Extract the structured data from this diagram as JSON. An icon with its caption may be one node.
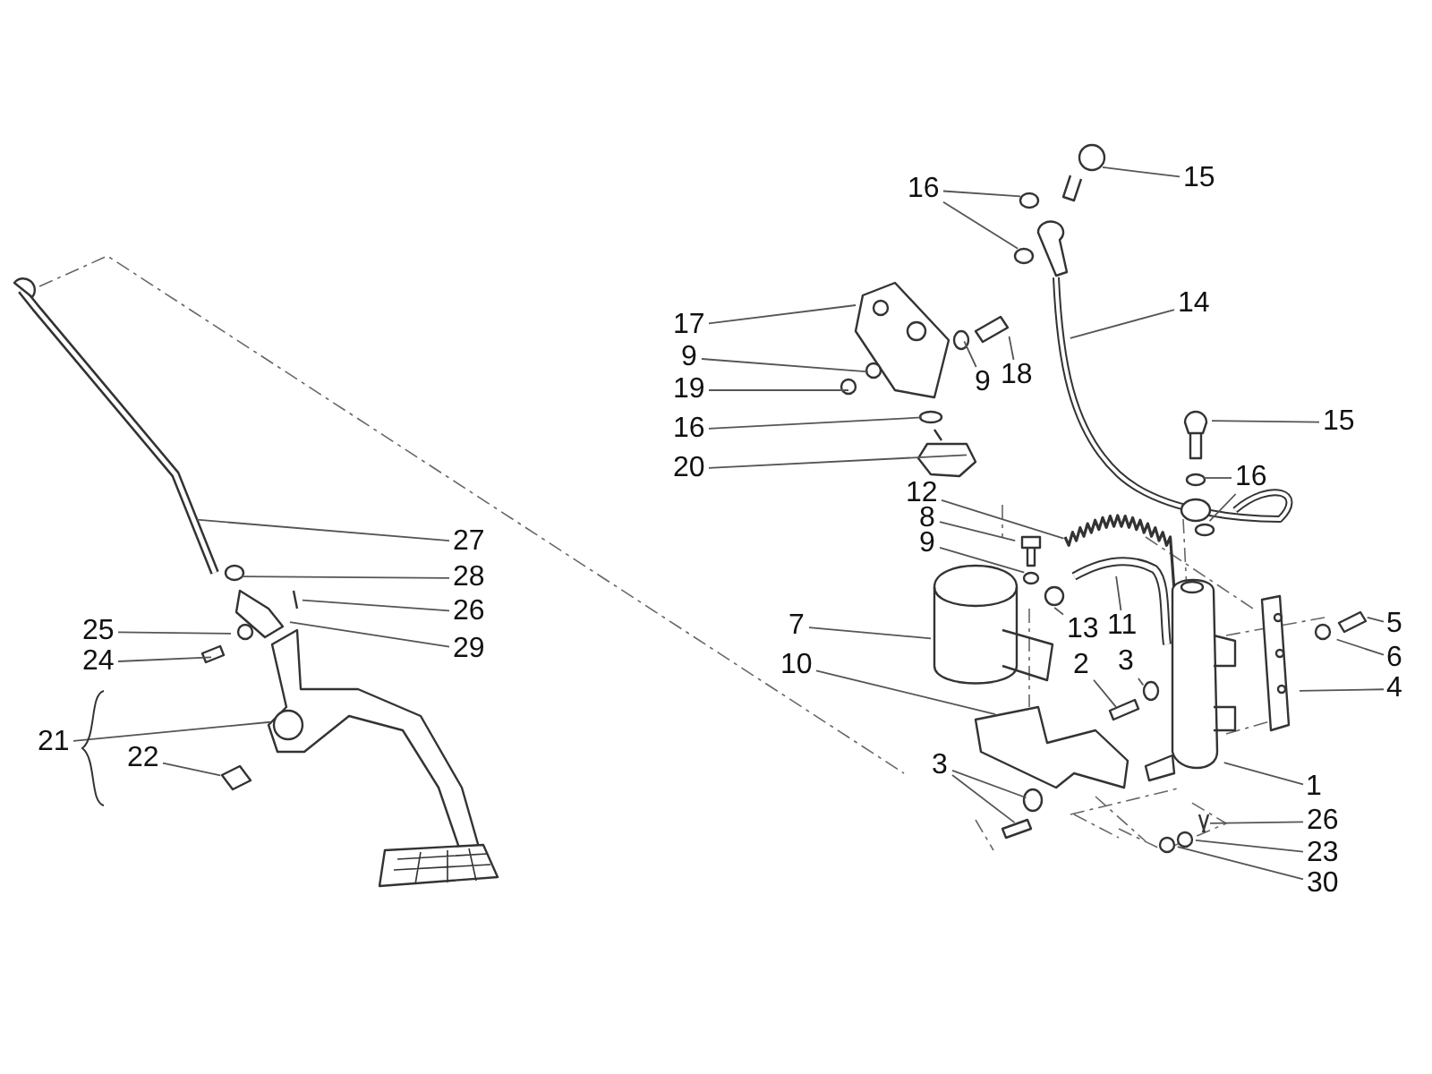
{
  "diagram": {
    "nodes": [
      {
        "text": [
          "15"
        ]
      },
      {
        "text": [
          "16"
        ]
      },
      {
        "text": [
          "17"
        ]
      },
      {
        "text": [
          "14"
        ]
      },
      {
        "text": [
          "9"
        ]
      },
      {
        "text": [
          "9"
        ]
      },
      {
        "text": [
          "18"
        ]
      },
      {
        "text": [
          "19"
        ]
      },
      {
        "text": [
          "16"
        ]
      },
      {
        "text": [
          "20"
        ]
      },
      {
        "text": [
          "15"
        ]
      },
      {
        "text": [
          "16"
        ]
      },
      {
        "text": [
          "12"
        ]
      },
      {
        "text": [
          "8"
        ]
      },
      {
        "text": [
          "9"
        ]
      },
      {
        "text": [
          "27"
        ]
      },
      {
        "text": [
          "28"
        ]
      },
      {
        "text": [
          "26"
        ]
      },
      {
        "text": [
          "25"
        ]
      },
      {
        "text": [
          "29"
        ]
      },
      {
        "text": [
          "24"
        ]
      },
      {
        "text": [
          "7"
        ]
      },
      {
        "text": [
          "13"
        ]
      },
      {
        "text": [
          "11"
        ]
      },
      {
        "text": [
          "5"
        ]
      },
      {
        "text": [
          "2"
        ]
      },
      {
        "text": [
          "3"
        ]
      },
      {
        "text": [
          "6"
        ]
      },
      {
        "text": [
          "10"
        ]
      },
      {
        "text": [
          "4"
        ]
      },
      {
        "text": [
          "21"
        ]
      },
      {
        "text": [
          "22"
        ]
      },
      {
        "text": [
          "1"
        ]
      },
      {
        "text": [
          "3"
        ]
      },
      {
        "text": [
          "26"
        ]
      },
      {
        "text": [
          "23"
        ]
      },
      {
        "text": [
          "30"
        ]
      }
    ],
    "edges": [
      {
        "from": 0,
        "to": null,
        "arrow": "none"
      },
      {
        "from": 1,
        "to": null,
        "arrow": "none"
      },
      {
        "from": 1,
        "to": null,
        "arrow": "none"
      },
      {
        "from": 2,
        "to": null,
        "arrow": "none"
      },
      {
        "from": 3,
        "to": null,
        "arrow": "none"
      },
      {
        "from": 4,
        "to": null,
        "arrow": "none"
      },
      {
        "from": 5,
        "to": null,
        "arrow": "none"
      },
      {
        "from": 6,
        "to": null,
        "arrow": "none"
      },
      {
        "from": 7,
        "to": null,
        "arrow": "none"
      },
      {
        "from": 8,
        "to": null,
        "arrow": "none"
      },
      {
        "from": 9,
        "to": null,
        "arrow": "none"
      },
      {
        "from": 10,
        "to": null,
        "arrow": "none"
      },
      {
        "from": 11,
        "to": null,
        "arrow": "none"
      },
      {
        "from": 11,
        "to": null,
        "arrow": "none"
      },
      {
        "from": 12,
        "to": null,
        "arrow": "none"
      },
      {
        "from": 13,
        "to": null,
        "arrow": "none"
      },
      {
        "from": 14,
        "to": null,
        "arrow": "none"
      },
      {
        "from": 15,
        "to": null,
        "arrow": "none"
      },
      {
        "from": 16,
        "to": null,
        "arrow": "none"
      },
      {
        "from": 17,
        "to": null,
        "arrow": "none"
      },
      {
        "from": 18,
        "to": null,
        "arrow": "none"
      },
      {
        "from": 19,
        "to": null,
        "arrow": "none"
      },
      {
        "from": 20,
        "to": null,
        "arrow": "none"
      },
      {
        "from": 21,
        "to": null,
        "arrow": "none"
      },
      {
        "from": 22,
        "to": null,
        "arrow": "none"
      },
      {
        "from": 23,
        "to": null,
        "arrow": "none"
      },
      {
        "from": 24,
        "to": null,
        "arrow": "none"
      },
      {
        "from": 25,
        "to": null,
        "arrow": "none"
      },
      {
        "from": 26,
        "to": null,
        "arrow": "none"
      },
      {
        "from": 27,
        "to": null,
        "arrow": "none"
      },
      {
        "from": 28,
        "to": null,
        "arrow": "none"
      },
      {
        "from": 29,
        "to": null,
        "arrow": "none"
      },
      {
        "from": 30,
        "to": null,
        "arrow": "none"
      },
      {
        "from": 31,
        "to": null,
        "arrow": "none"
      },
      {
        "from": 32,
        "to": null,
        "arrow": "none"
      },
      {
        "from": 33,
        "to": null,
        "arrow": "none"
      },
      {
        "from": 33,
        "to": null,
        "arrow": "none"
      },
      {
        "from": 34,
        "to": null,
        "arrow": "none"
      },
      {
        "from": 35,
        "to": null,
        "arrow": "none"
      },
      {
        "from": 36,
        "to": null,
        "arrow": "none"
      }
    ]
  }
}
